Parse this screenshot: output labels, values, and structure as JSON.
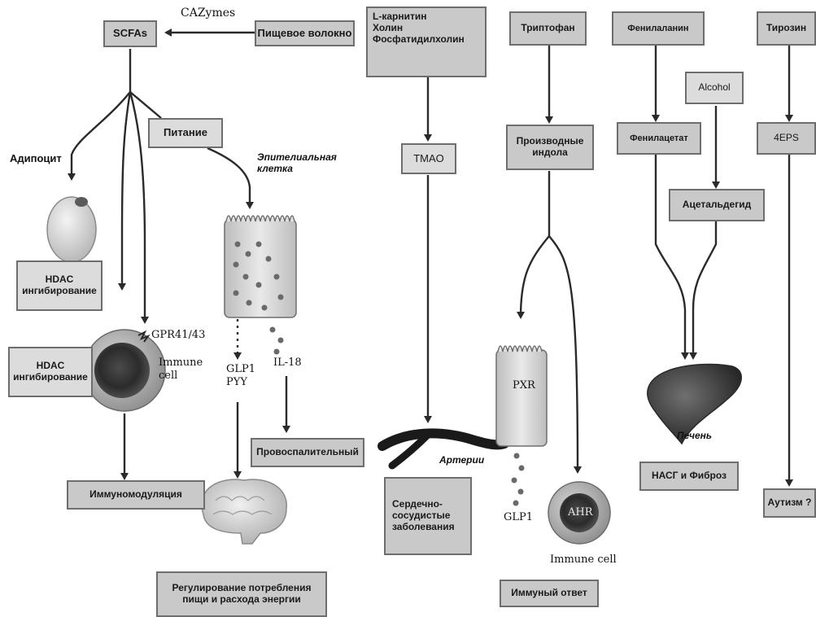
{
  "boxes": {
    "scfas": "SCFAs",
    "fiber": "Пищевое волокно",
    "carnitine": "L-карнитин\nХолин\nФосфатидилхолин",
    "tryptophan": "Триптофан",
    "phenylalanine": "Фенилаланин",
    "tyrosine": "Тирозин",
    "nutrition": "Питание",
    "tmao": "TMAO",
    "indole": "Производные\nиндола",
    "alcohol": "Alcohol",
    "phenylacetate": "Фенилацетат",
    "fourEps": "4EPS",
    "acetaldehyde": "Ацетальдегид",
    "hdac1": "HDAC\nингибирование",
    "hdac2": "HDAC\nингибирование",
    "proinflammatory": "Провоспалительный",
    "immunomodulation": "Иммуномодуляция",
    "cardio": "Сердечно-\nсосудистые\nзаболевания",
    "nash": "НАСГ и Фиброз",
    "autism": "Аутизм ?",
    "appetite": "Регулирование потребления\nпищи и расхода энергии",
    "immuneResponse": "Иммуный ответ"
  },
  "labels": {
    "cazymes": "CAZymes",
    "adipocyte": "Адипоцит",
    "epithelial": "Эпителиальная\nклетка",
    "gpr": "GPR41/43",
    "immuneCell1": "Immune\ncell",
    "glp1pyy": "GLP1\nPYY",
    "il18": "IL-18",
    "arteries": "Артерии",
    "pxr": "PXR",
    "glp1b": "GLP1",
    "ahr": "AHR",
    "immuneCell2": "Immune cell",
    "liver": "Печень"
  },
  "colors": {
    "boxFill": "#c9c9c9",
    "boxBorder": "#6e6e6e",
    "arrow": "#2a2a2a"
  }
}
